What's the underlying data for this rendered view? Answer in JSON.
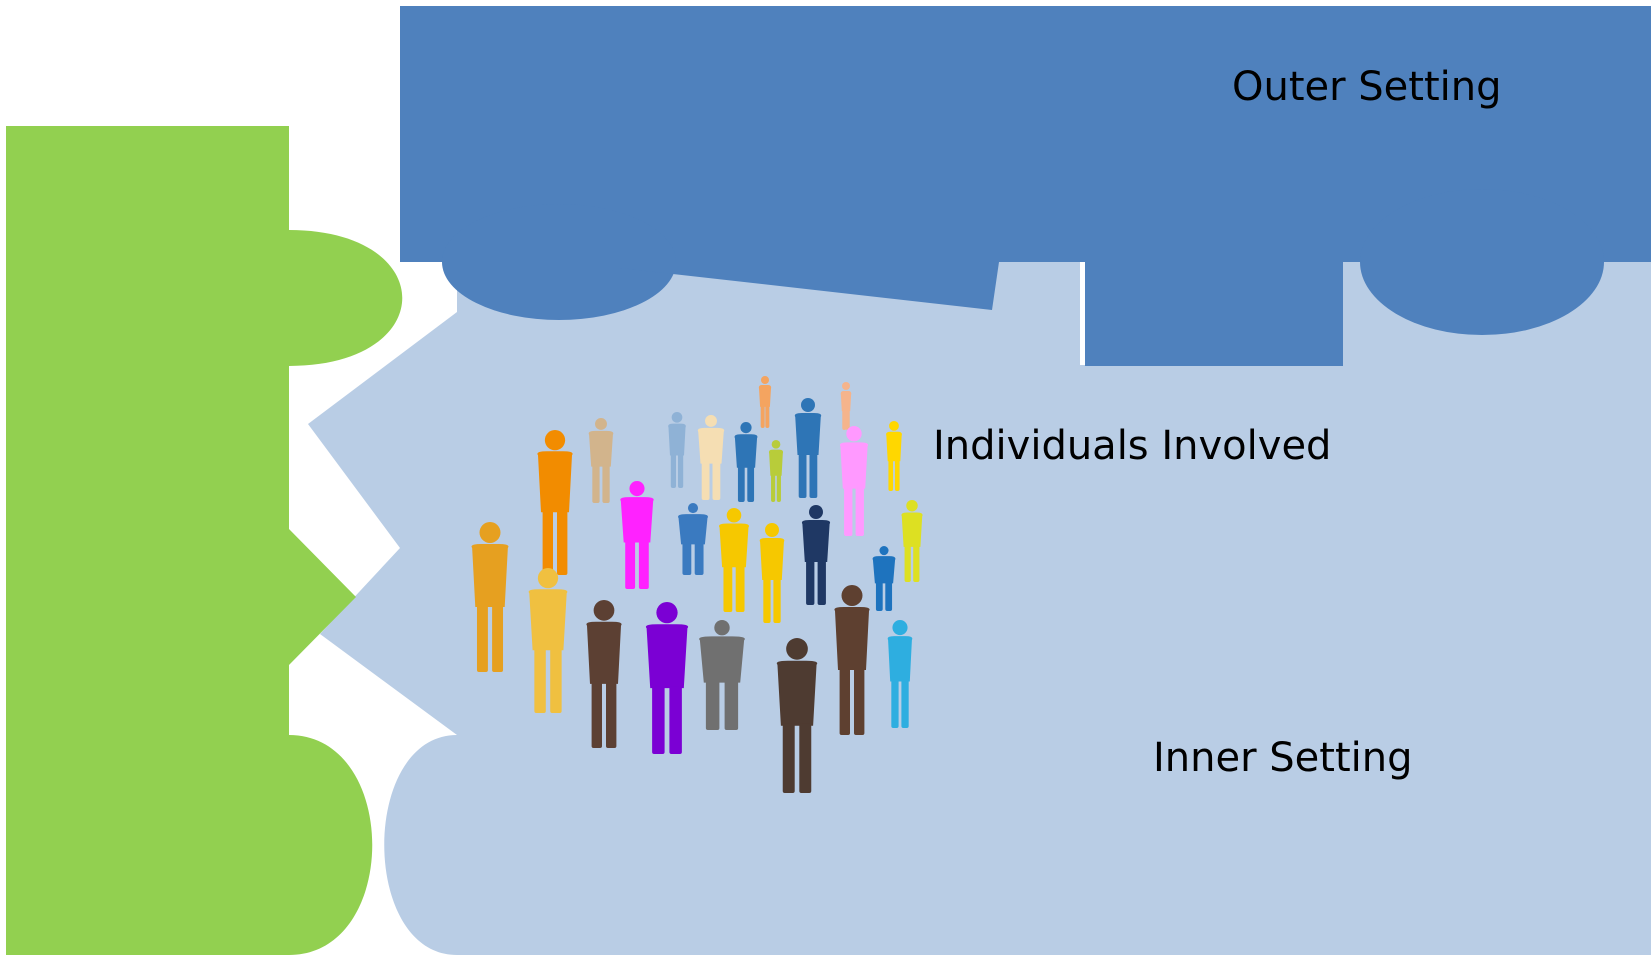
{
  "diagram": {
    "labels": {
      "outer_setting": "Outer Setting",
      "individuals_involved": "Individuals Involved",
      "inner_setting": "Inner Setting"
    },
    "colors": {
      "green_piece": "#92D050",
      "outer_setting": "#4F81BD",
      "inner_setting": "#B9CDE5"
    },
    "people_colors": [
      "#F4A460",
      "#F28C00",
      "#D2B48C",
      "#8FB2D6",
      "#F5DEB3",
      "#2E75B6",
      "#B8CC3A",
      "#2E75B6",
      "#F5B48C",
      "#FF99FF",
      "#FFD700",
      "#E6A020",
      "#F0C040",
      "#FF22FF",
      "#3A7AC0",
      "#F6C800",
      "#F6C800",
      "#1F3864",
      "#1E73BE",
      "#DDE022",
      "#5C4033",
      "#7B00D4",
      "#707070",
      "#4E3B31",
      "#5E4030",
      "#2EAEE0"
    ]
  }
}
